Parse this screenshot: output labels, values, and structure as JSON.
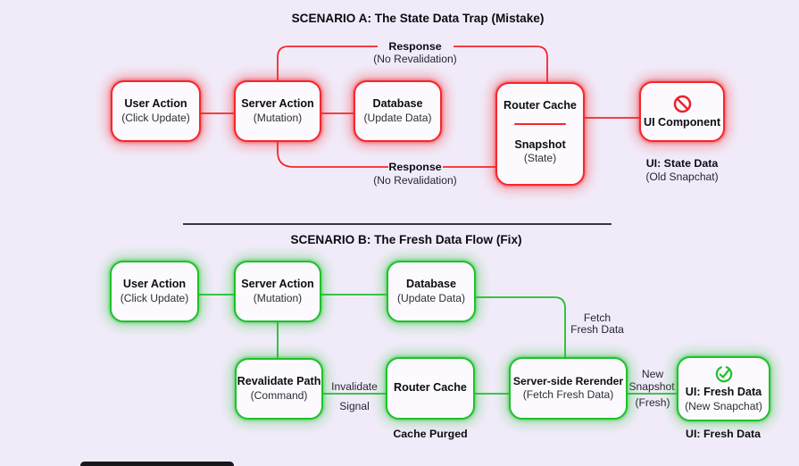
{
  "canvas": {
    "background": "#F1EBF9",
    "divider_color": "#3A3540"
  },
  "colors": {
    "error_red": "#F4272C",
    "success_green": "#1EC12B"
  },
  "scenario_a": {
    "title": "SCENARIO A: The State Data Trap (Mistake)",
    "nodes": {
      "user_action": {
        "title": "User Action",
        "subtitle": "(Click Update)"
      },
      "server_action": {
        "title": "Server Action",
        "subtitle": "(Mutation)"
      },
      "database": {
        "title": "Database",
        "subtitle": "(Update Data)"
      },
      "router_cache": {
        "title": "Router Cache",
        "section_title": "Snapshot",
        "section_subtitle": "(State)"
      },
      "ui_component": {
        "title": "UI Component",
        "icon": "prohibition-icon"
      }
    },
    "edge_labels": {
      "response_top_title": "Response",
      "response_top_subtitle": "(No Revalidation)",
      "response_bottom_title": "Response",
      "response_bottom_subtitle": "(No Revalidation)"
    },
    "caption": {
      "title": "UI: State Data",
      "subtitle": "(Old Snapchat)"
    }
  },
  "scenario_b": {
    "title": "SCENARIO B: The Fresh Data Flow (Fix)",
    "nodes": {
      "user_action": {
        "title": "User Action",
        "subtitle": "(Click Update)"
      },
      "server_action": {
        "title": "Server Action",
        "subtitle": "(Mutation)"
      },
      "database": {
        "title": "Database",
        "subtitle": "(Update Data)"
      },
      "revalidate_path": {
        "title": "Revalidate Path",
        "subtitle": "(Command)"
      },
      "router_cache": {
        "title": "Router Cache"
      },
      "rerender": {
        "title": "Server-side Rerender",
        "subtitle": "(Fetch Fresh Data)"
      },
      "ui_fresh_data": {
        "title": "UI: Fresh Data",
        "subtitle": "(New Snapchat)",
        "icon": "check-circle-icon"
      }
    },
    "edge_labels": {
      "invalidate_line1": "Invalidate",
      "invalidate_line2": "Signal",
      "fetch_line1": "Fetch",
      "fetch_line2": "Fresh Data",
      "snapshot_line1": "New",
      "snapshot_line2": "Snapshot",
      "snapshot_line3": "(Fresh)"
    },
    "captions": {
      "cache_purged": "Cache Purged",
      "ui_fresh_data": "UI: Fresh Data"
    }
  }
}
